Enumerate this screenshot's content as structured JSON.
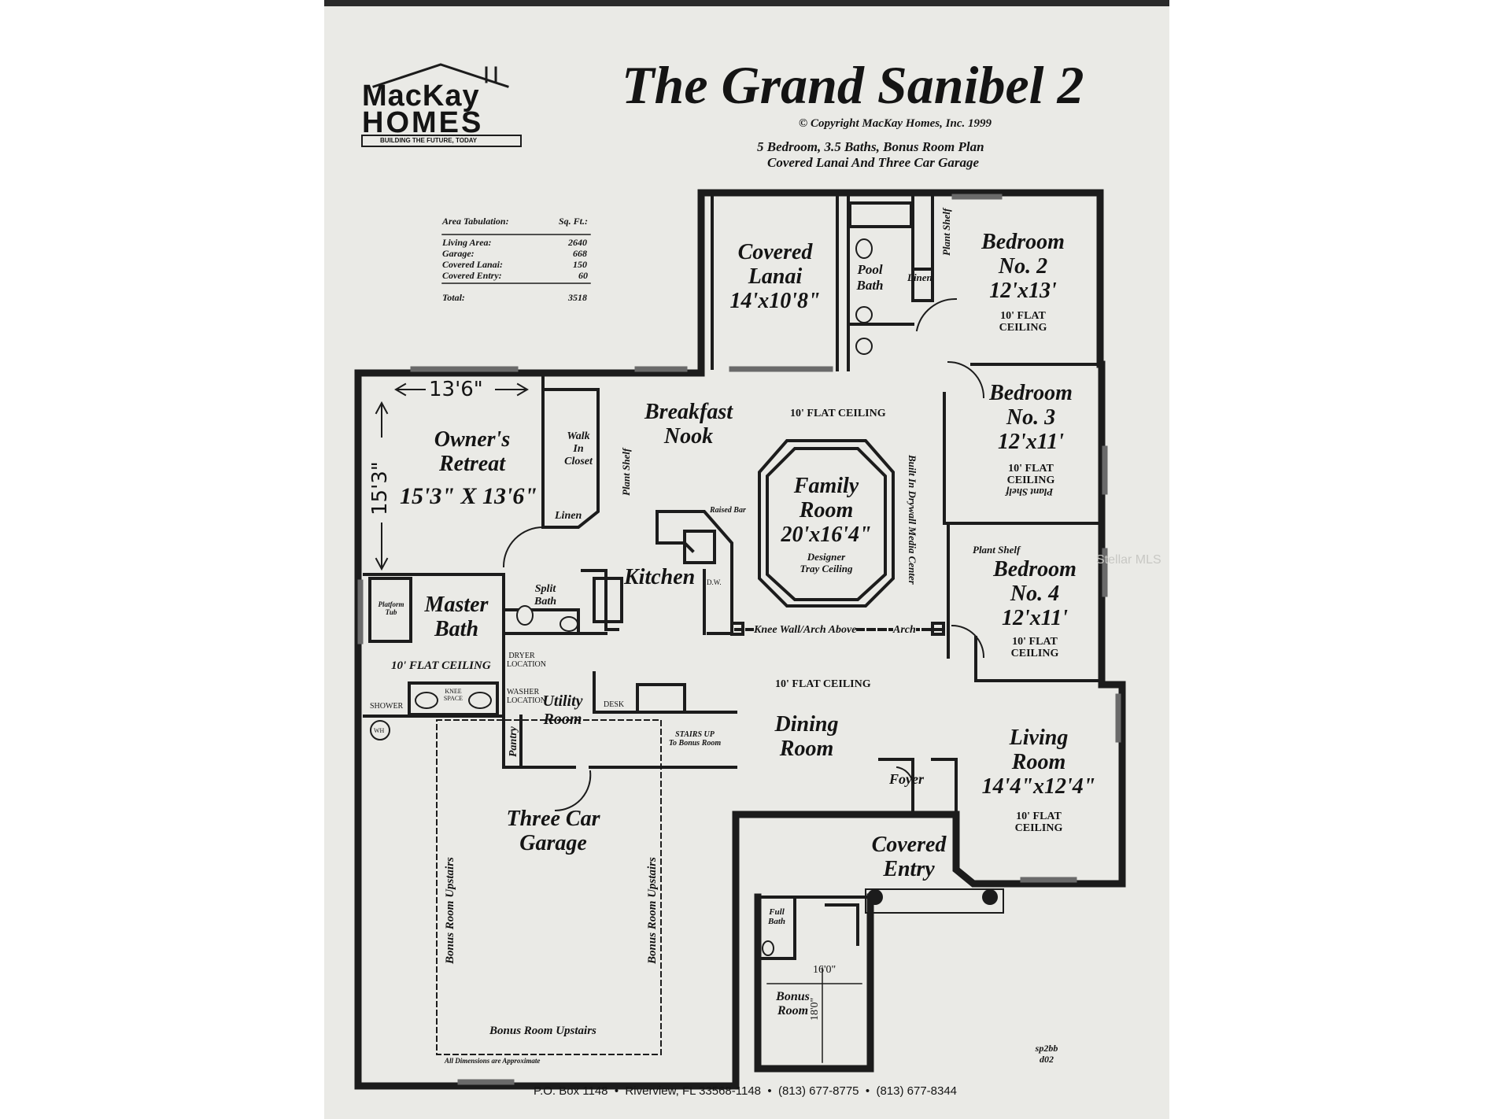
{
  "logo": {
    "line1": "MacKay",
    "line2": "HOMES",
    "tagline": "BUILDING THE FUTURE, TODAY"
  },
  "header": {
    "title": "The Grand Sanibel 2",
    "copyright": "Copyright MacKay Homes, Inc. 1999",
    "subtitle1": "5 Bedroom, 3.5 Baths, Bonus Room Plan",
    "subtitle2": "Covered Lanai And Three Car Garage"
  },
  "area_tabulation": {
    "heading": "Area Tabulation:",
    "unit_heading": "Sq. Ft.:",
    "rows": [
      {
        "label": "Living Area:",
        "value": "2640"
      },
      {
        "label": "Garage:",
        "value": "668"
      },
      {
        "label": "Covered Lanai:",
        "value": "150"
      },
      {
        "label": "Covered Entry:",
        "value": "60"
      }
    ],
    "total_label": "Total:",
    "total_value": "3518"
  },
  "rooms": {
    "covered_lanai": {
      "name1": "Covered",
      "name2": "Lanai",
      "size": "14'x10'8\""
    },
    "pool_bath": {
      "name1": "Pool",
      "name2": "Bath"
    },
    "linen_top": "Linen",
    "plant_shelf_top": "Plant Shelf",
    "bedroom2": {
      "name1": "Bedroom",
      "name2": "No. 2",
      "size": "12'x13'",
      "ceil1": "10' FLAT",
      "ceil2": "CEILING"
    },
    "bedroom3": {
      "name1": "Bedroom",
      "name2": "No. 3",
      "size": "12'x11'",
      "ceil1": "10' FLAT",
      "ceil2": "CEILING",
      "shelf": "Plant Shelf"
    },
    "bedroom4": {
      "name1": "Bedroom",
      "name2": "No. 4",
      "size": "12'x11'",
      "ceil1": "10' FLAT",
      "ceil2": "CEILING",
      "shelf": "Plant Shelf"
    },
    "owners_retreat": {
      "name1": "Owner's",
      "name2": "Retreat",
      "size": "15'3\" X 13'6\"",
      "dim_h": "13'6\"",
      "dim_v": "15'3\""
    },
    "walk_in_closet": {
      "l1": "Walk",
      "l2": "In",
      "l3": "Closet"
    },
    "linen_mid": "Linen",
    "breakfast_nook": {
      "name1": "Breakfast",
      "name2": "Nook",
      "shelf": "Plant Shelf"
    },
    "flat_ceiling_nook": "10' FLAT CEILING",
    "family_room": {
      "name1": "Family",
      "name2": "Room",
      "size": "20'x16'4\"",
      "note1": "Designer",
      "note2": "Tray Ceiling"
    },
    "media_center": "Built In Drywall Media Center",
    "raised_bar": "Raised Bar",
    "kitchen": {
      "name": "Kitchen",
      "dw": "D.W."
    },
    "knee_wall": "Knee Wall/Arch Above",
    "arch": "Arch",
    "master_bath": {
      "name1": "Master",
      "name2": "Bath",
      "ceiling": "10' FLAT CEILING",
      "tub1": "Platform",
      "tub2": "Tub",
      "shower": "SHOWER",
      "knee1": "KNEE",
      "knee2": "SPACE",
      "wh": "WH"
    },
    "split_bath": {
      "name1": "Split",
      "name2": "Bath"
    },
    "utility_room": {
      "name1": "Utility",
      "name2": "Room",
      "dryer1": "DRYER",
      "dryer2": "LOCATION",
      "washer1": "WASHER",
      "washer2": "LOCATION",
      "desk": "DESK",
      "pantry": "Pantry"
    },
    "stairs": {
      "l1": "STAIRS UP",
      "l2": "To Bonus Room"
    },
    "flat_ceiling_dining": "10' FLAT CEILING",
    "dining_room": {
      "name1": "Dining",
      "name2": "Room"
    },
    "living_room": {
      "name1": "Living",
      "name2": "Room",
      "size": "14'4\"x12'4\"",
      "ceil1": "10' FLAT",
      "ceil2": "CEILING"
    },
    "foyer": "Foyer",
    "covered_entry": {
      "name1": "Covered",
      "name2": "Entry"
    },
    "garage": {
      "name1": "Three Car",
      "name2": "Garage",
      "bonus_left": "Bonus Room Upstairs",
      "bonus_right": "Bonus Room Upstairs",
      "bonus_bottom": "Bonus Room Upstairs",
      "dims_note": "All Dimensions are Approximate"
    },
    "bonus_room": {
      "name1": "Bonus",
      "name2": "Room",
      "width": "16'0\"",
      "depth": "18'0\"",
      "full_bath1": "Full",
      "full_bath2": "Bath"
    }
  },
  "plan_code": {
    "l1": "sp2bb",
    "l2": "d02"
  },
  "footer": "P.O. Box 1148  •  Riverview, FL 33568-1148  •  (813) 677-8775  •  (813) 677-8344",
  "watermark": "Stellar MLS",
  "colors": {
    "paper": "#eaeae6",
    "ink": "#141414",
    "wall": "#1c1c1c"
  }
}
